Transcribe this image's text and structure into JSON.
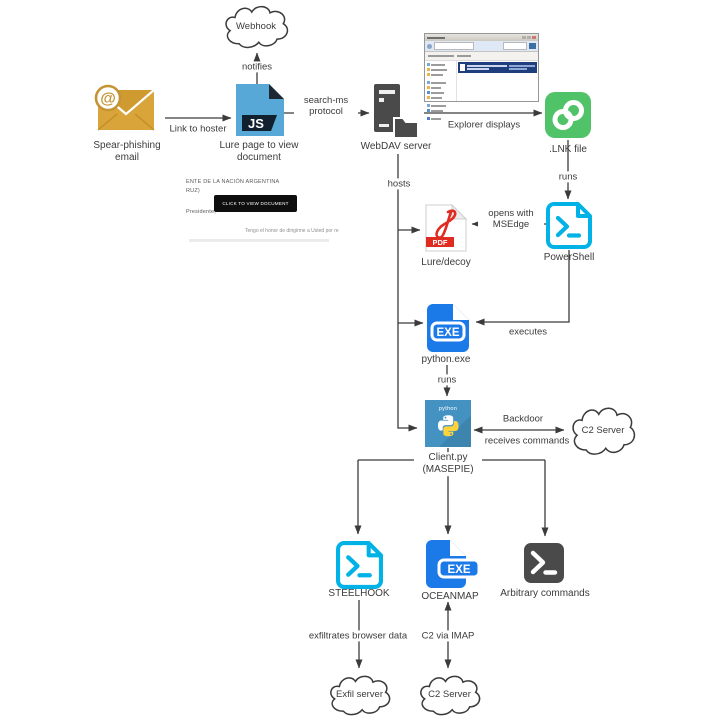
{
  "nodes": {
    "webhook": {
      "label": "Webhook",
      "icon": "cloud-icon"
    },
    "email": {
      "label": "Spear-phishing email",
      "icon": "envelope-at-icon",
      "badge": "@"
    },
    "lure_page": {
      "label": "Lure page to view document",
      "icon": "js-file-icon",
      "badge": "JS"
    },
    "webdav": {
      "label": "WebDAV server",
      "icon": "server-folder-icon"
    },
    "explorer": {
      "icon": "explorer-window-screenshot"
    },
    "lnk": {
      "label": ".LNK file",
      "icon": "link-file-icon"
    },
    "powershell": {
      "label": "PowerShell",
      "icon": "powershell-file-icon"
    },
    "lure_decoy": {
      "label": "Lure/decoy",
      "icon": "pdf-file-icon",
      "badge": "PDF"
    },
    "python_exe": {
      "label": "python.exe",
      "icon": "exe-file-icon",
      "badge": "EXE"
    },
    "client_py": {
      "label": "Client.py (MASEPIE)",
      "icon": "python-logo-icon",
      "badge": "python"
    },
    "c2_mid": {
      "label": "C2 Server",
      "icon": "cloud-icon"
    },
    "steelhook": {
      "label": "STEELHOOK",
      "icon": "powershell-file-icon"
    },
    "oceanmap": {
      "label": "OCEANMAP",
      "icon": "exe-file-icon",
      "badge": "EXE"
    },
    "arbitrary": {
      "label": "Arbitrary commands",
      "icon": "terminal-icon"
    },
    "exfil": {
      "label": "Exfil server",
      "icon": "cloud-icon"
    },
    "c2_bottom": {
      "label": "C2 Server",
      "icon": "cloud-icon"
    }
  },
  "edges": {
    "link_to_hoster": "Link to hoster",
    "notifies": "notifies",
    "search_ms": "search-ms protocol",
    "explorer_displays": "Explorer displays",
    "hosts": "hosts",
    "runs_lnk": "runs",
    "opens_with_msedge": "opens with MSEdge",
    "executes": "executes",
    "runs_python": "runs",
    "backdoor": "Backdoor",
    "receives_commands": "receives commands",
    "exfiltrates_browser_data": "exfiltrates browser data",
    "c2_via_imap": "C2 via IMAP"
  },
  "lure_screenshot": {
    "header_line1": "ENTE DE LA NACIÓN ARGENTINA",
    "header_line2": "RUZ)",
    "salutation": "Presidente,",
    "button_label": "CLICK TO VIEW DOCUMENT",
    "body_excerpt": "Tengo el honor de dirigirme a Usted por re"
  },
  "accent_colors": {
    "js_file": "#57a7d7",
    "lnk_green": "#50c268",
    "powershell_cyan": "#00b2e6",
    "pdf_red": "#e02b20",
    "exe_blue": "#1b79e8",
    "client_blue": "#4492c2",
    "python_yellow": "#ffd43b",
    "dark_icon": "#4a4a4a",
    "envelope_gold": "#d9a53b",
    "explorer_selection": "#1e3e7e"
  }
}
